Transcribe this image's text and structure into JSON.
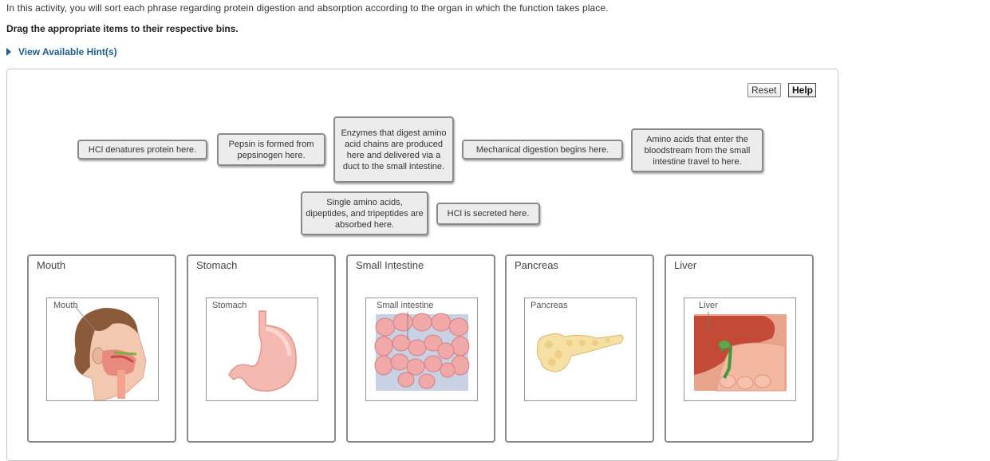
{
  "intro": "In this activity, you will sort each phrase regarding protein digestion and absorption according to the organ in which the function takes place.",
  "instruction": "Drag the appropriate items to their respective bins.",
  "hints_label": "View Available Hint(s)",
  "toolbar": {
    "reset": "Reset",
    "help": "Help"
  },
  "items": [
    "HCl denatures protein here.",
    "Pepsin is formed from pepsinogen here.",
    "Enzymes that digest amino acid chains are produced here and delivered via a duct to the small intestine.",
    "Mechanical digestion begins here.",
    "Amino acids that enter the bloodstream from the small intestine travel to here.",
    "Single amino acids, dipeptides, and tripeptides are absorbed here.",
    "HCl is secreted here."
  ],
  "bins": [
    {
      "title": "Mouth",
      "image_label": "Mouth"
    },
    {
      "title": "Stomach",
      "image_label": "Stomach"
    },
    {
      "title": "Small Intestine",
      "image_label": "Small intestine"
    },
    {
      "title": "Pancreas",
      "image_label": "Pancreas"
    },
    {
      "title": "Liver",
      "image_label": "Liver"
    }
  ]
}
